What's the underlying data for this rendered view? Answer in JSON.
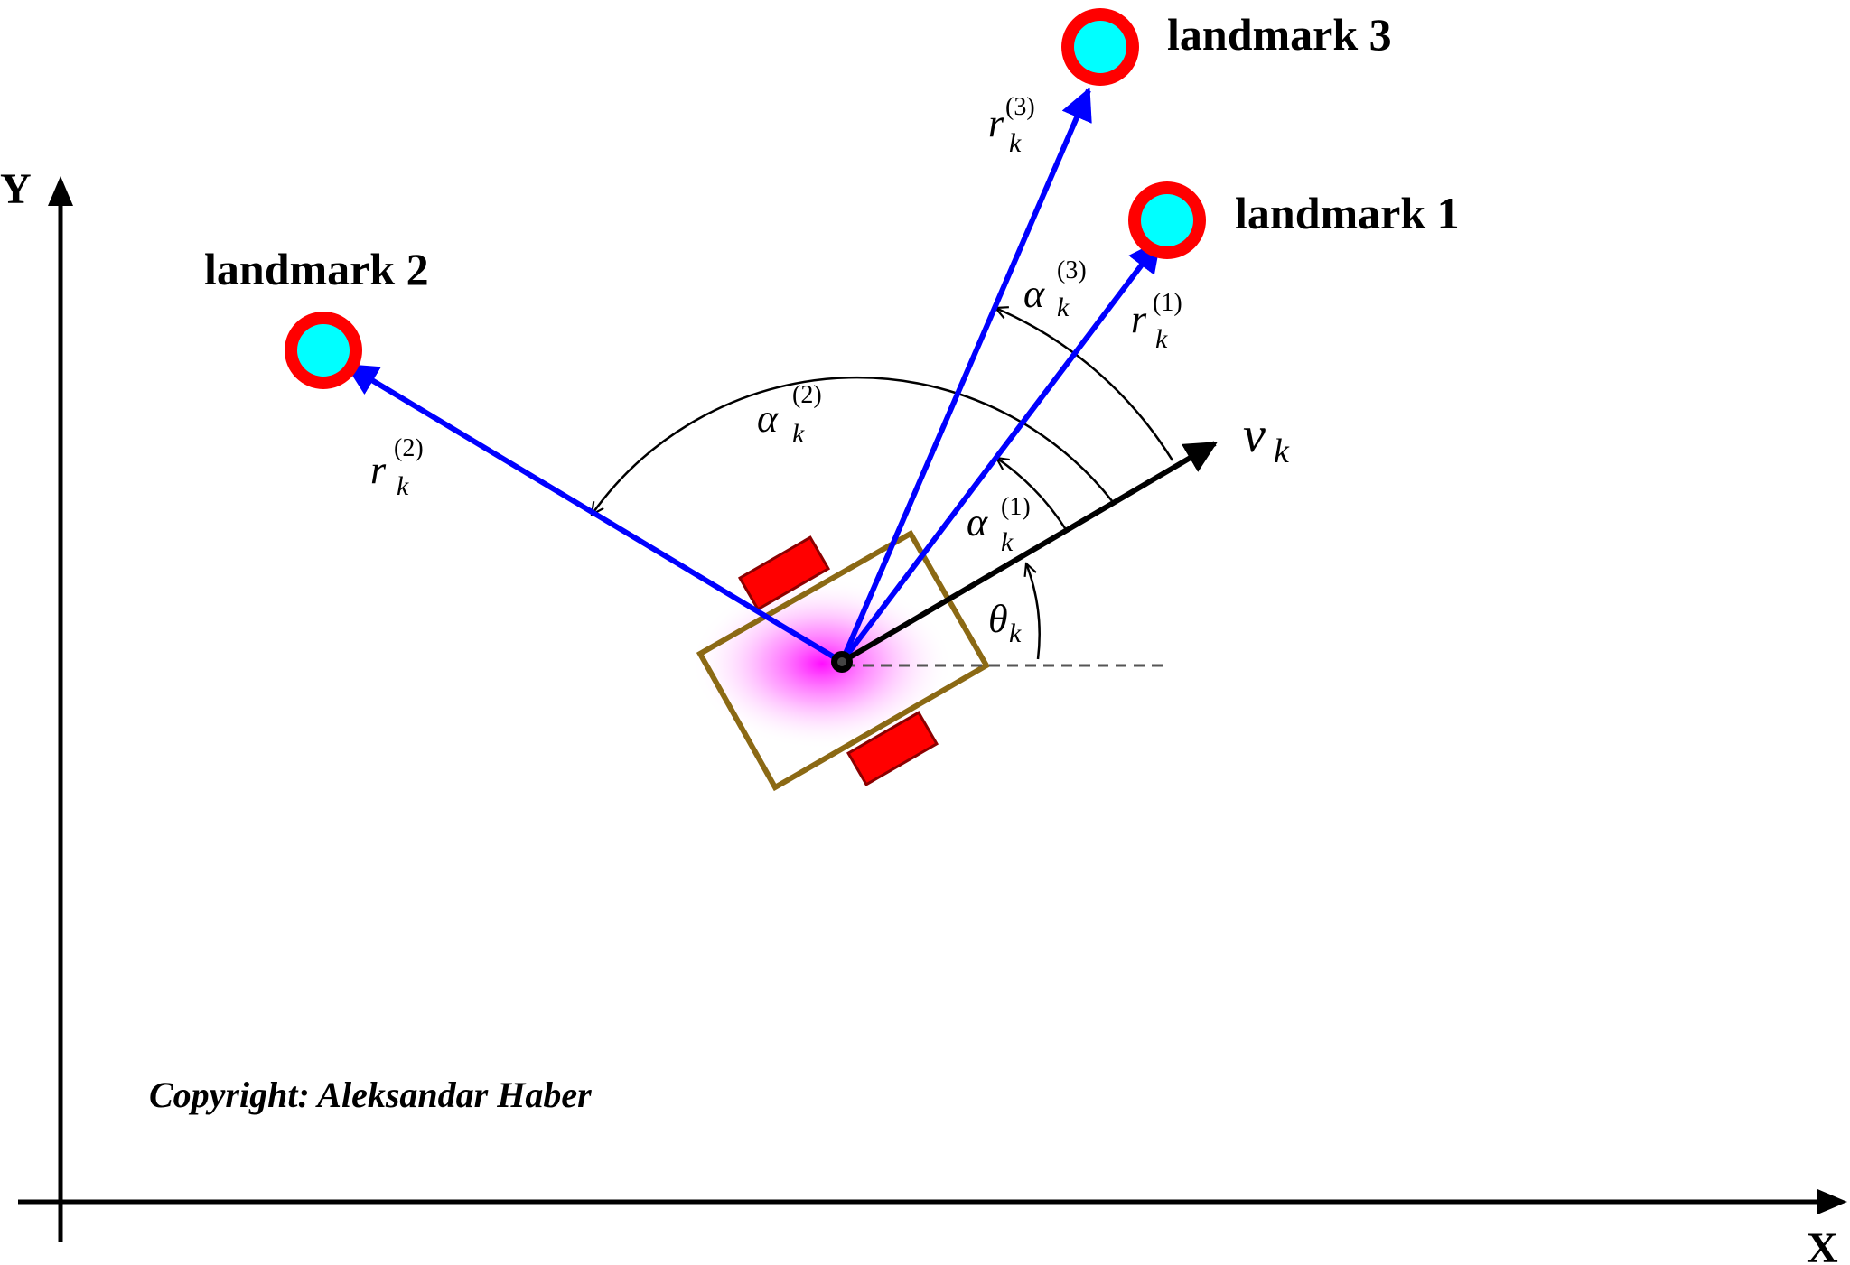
{
  "axes": {
    "x_label": "X",
    "y_label": "Y"
  },
  "landmarks": {
    "l1": {
      "label": "landmark 1"
    },
    "l2": {
      "label": "landmark 2"
    },
    "l3": {
      "label": "landmark 3"
    }
  },
  "math": {
    "sub_k": "k",
    "r_symbol": "r",
    "alpha_symbol": "α",
    "theta_symbol": "θ",
    "v_symbol": "v",
    "sup_1": "(1)",
    "sup_2": "(2)",
    "sup_3": "(3)"
  },
  "copyright": "Copyright: Aleksandar Haber",
  "colors": {
    "range_vector": "#0000ff",
    "velocity_vector": "#000000",
    "landmark_fill": "#00ffff",
    "landmark_ring": "#ff0000",
    "robot_body": "#8b6914",
    "robot_wheel": "#ff0000",
    "robot_glow": "#ff00ff"
  }
}
